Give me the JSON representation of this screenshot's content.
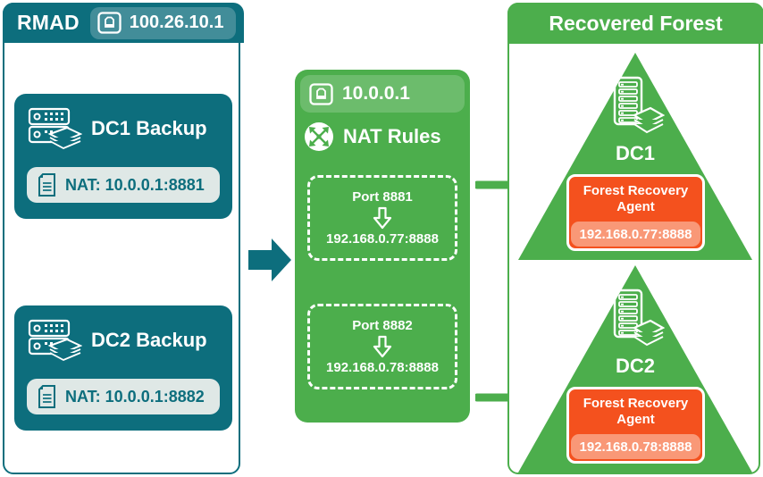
{
  "rmad": {
    "title": "RMAD",
    "ip": "100.26.10.1",
    "ip_icon": "ethernet-rj45-icon",
    "backups": [
      {
        "name": "DC1 Backup",
        "icon": "server-backup-icon",
        "nat_label": "NAT: 10.0.0.1:8881",
        "nat_icon": "document-icon"
      },
      {
        "name": "DC2 Backup",
        "icon": "server-backup-icon",
        "nat_label": "NAT: 10.0.0.1:8882",
        "nat_icon": "document-icon"
      }
    ]
  },
  "flow": {
    "teal_arrow_icon": "right-block-arrow-icon",
    "connector_icon": "right-arrow-icon"
  },
  "nat": {
    "ip": "10.0.0.1",
    "ip_icon": "ethernet-rj45-icon",
    "rules_label": "NAT Rules",
    "rules_icon": "router-icon",
    "rules": [
      {
        "port": "Port 8881",
        "arrow_icon": "down-arrow-icon",
        "target": "192.168.0.77:8888"
      },
      {
        "port": "Port 8882",
        "arrow_icon": "down-arrow-icon",
        "target": "192.168.0.78:8888"
      }
    ]
  },
  "forest": {
    "title": "Recovered Forest",
    "domain_controllers": [
      {
        "label": "DC1",
        "icon": "server-backup-icon",
        "agent_title": "Forest Recovery Agent",
        "agent_ip": "192.168.0.77:8888"
      },
      {
        "label": "DC2",
        "icon": "server-backup-icon",
        "agent_title": "Forest Recovery Agent",
        "agent_ip": "192.168.0.78:8888"
      }
    ]
  },
  "colors": {
    "teal": "#0d6e7d",
    "green": "#4cae4c",
    "orange": "#f4511e",
    "orange_light": "#f99877",
    "nat_pill_bg": "#dfe8e6",
    "white": "#ffffff"
  }
}
